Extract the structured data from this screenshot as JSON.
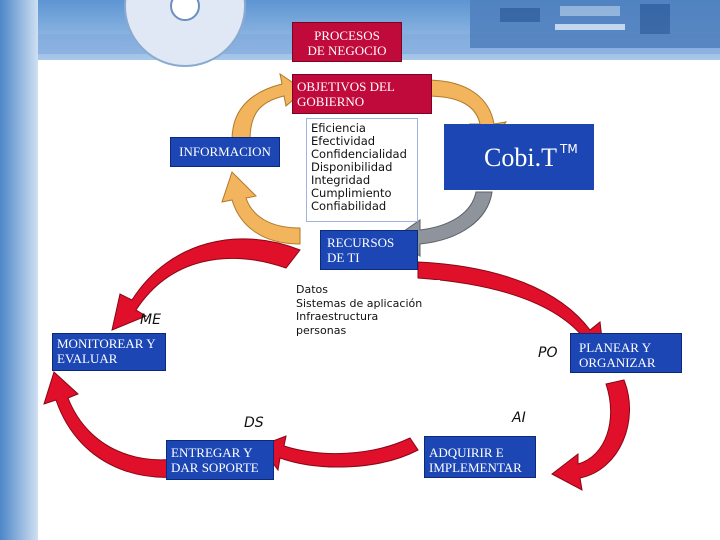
{
  "procesos_negocio": [
    "PROCESOS",
    "DE NEGOCIO"
  ],
  "objetivos_gobierno": [
    "OBJETIVOS DEL",
    "GOBIERNO"
  ],
  "informacion": "INFORMACION",
  "criterios": [
    "Eficiencia",
    "Efectividad",
    "Confidencialidad",
    "Disponibilidad",
    "Integridad",
    "Cumplimiento",
    "Confiabilidad"
  ],
  "cobit": {
    "name": "Cobi.T",
    "tm": "TM"
  },
  "recursos_ti": [
    "RECURSOS",
    "DE  TI"
  ],
  "recursos": [
    "Datos",
    "Sistemas de aplicación",
    "Infraestructura",
    "personas"
  ],
  "domains": {
    "me": {
      "abbr": "ME",
      "label": [
        "MONITOREAR Y",
        "EVALUAR"
      ]
    },
    "po": {
      "abbr": "PO",
      "label": [
        "PLANEAR Y",
        "ORGANIZAR"
      ]
    },
    "ai": {
      "abbr": "AI",
      "label": [
        "ADQUIRIR E",
        "IMPLEMENTAR"
      ]
    },
    "ds": {
      "abbr": "DS",
      "label": [
        "ENTREGAR Y",
        "DAR SOPORTE"
      ]
    }
  },
  "colors": {
    "blue_box": "#1c46b4",
    "red_box": "#c10a3c",
    "orange_arrow": "#f2b45c",
    "red_arrow": "#e0102a",
    "gray_arrow": "#8f939c"
  }
}
